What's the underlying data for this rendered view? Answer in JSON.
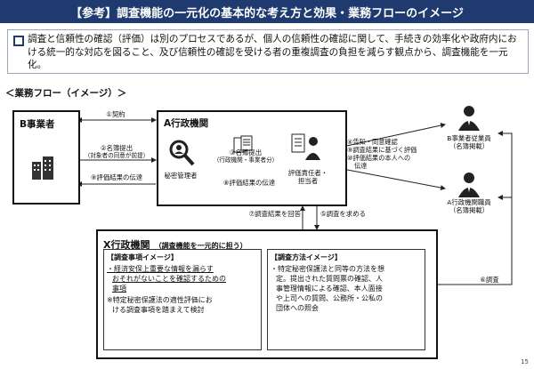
{
  "title": "【参考】調査機能の一元化の基本的な考え方と効果・業務フローのイメージ",
  "intro": "調査と信頼性の確認（評価）は別のプロセスであるが、個人の信頼性の確認に関して、手続きの効率化や政府内における統一的な対応を図ること、及び信頼性の確認を受ける者の重複調査の負担を減らす観点から、調査機能を一元化。",
  "flow_label": "＜業務フロー（イメージ）＞",
  "b_company": {
    "title": "B事業者"
  },
  "a_agency": {
    "title": "A行政機関",
    "secret_manager": "秘密管理者",
    "evaluator_line1": "評価責任者・",
    "evaluator_line2": "担当者"
  },
  "steps": {
    "s1": "①契約",
    "s2_line1": "②名簿提出",
    "s2_line2": "（対象者の同意が前提）",
    "s9_b": "⑨評価結果の伝達",
    "s3_line1": "③名簿提出",
    "s3_line2": "（行政機関・事業者分）",
    "s8": "⑧評価結果の伝達",
    "s4": "④告知・同意確認",
    "s9_line1": "⑨調査結果に基づく評価",
    "s9_line2": "⑩評価結果の本人への",
    "s9_line3": "伝達",
    "s7": "⑦調査結果を回答",
    "s5": "⑤調査を求める",
    "s6": "⑥調査"
  },
  "persons": {
    "b_employee_line1": "B事業者従業員",
    "b_employee_line2": "（名簿掲載）",
    "a_staff_line1": "A行政機関職員",
    "a_staff_line2": "（名簿掲載）"
  },
  "x_agency": {
    "title": "X行政機関",
    "subtitle": "（調査機能を一元的に担う）",
    "items_box": {
      "title": "【調査事項イメージ】",
      "line1": "・経済安保上重要な情報を漏らす",
      "line2": "おそれがないことを確認するための",
      "line3": "事項",
      "line4": "※特定秘密保護法の適性評価にお",
      "line5": "ける調査事項を踏まえて検討"
    },
    "method_box": {
      "title": "【調査方法イメージ】",
      "line1": "・特定秘密保護法と同等の方法を想",
      "line2": "定。提出された質問票の確認、人",
      "line3": "事管理情報による確認、本人面接",
      "line4": "や上司への質問、公務所・公私の",
      "line5": "団体への照会"
    }
  },
  "page_number": "15"
}
